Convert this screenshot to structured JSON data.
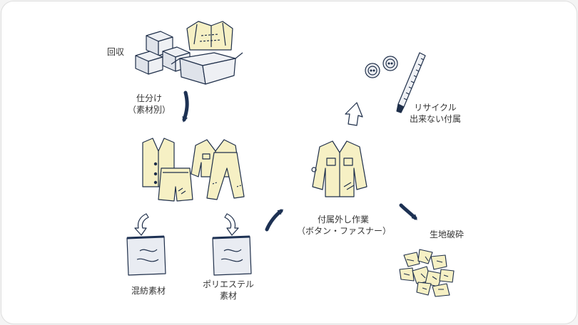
{
  "labels": {
    "collect": "回収",
    "sort_line1": "仕分け",
    "sort_line2": "（素材別）",
    "mixed_material": "混紡素材",
    "polyester_line1": "ポリエステル",
    "polyester_line2": "素材",
    "detach_line1": "付属外し作業",
    "detach_line2": "（ボタン・ファスナー）",
    "unrecyclable_line1": "リサイクル",
    "unrecyclable_line2": "出来ない付属",
    "shred": "生地破砕"
  },
  "colors": {
    "ink": "#1f2f4a",
    "arrow": "#1d3153",
    "highlight": "#f6f0c4",
    "box_fill": "#eef0f4",
    "bag_fill": "#e9ecf2",
    "text": "#333333"
  },
  "icons": [
    "boxes-icon",
    "clothes-box-icon",
    "vest-icon",
    "shorts-icon",
    "jacket-icon",
    "trousers-icon",
    "bag-icon",
    "button-icon",
    "zipper-icon",
    "fabric-scraps-icon"
  ]
}
